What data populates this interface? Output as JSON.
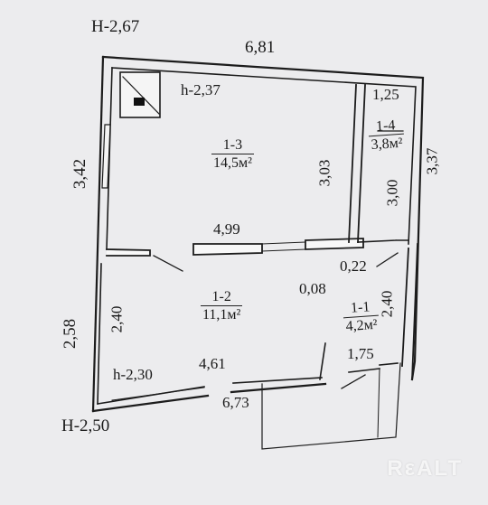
{
  "elevations": {
    "top_left": "H-2,67",
    "bottom_left": "H-2,50",
    "room_1_3": "h-2,37",
    "room_1_2": "h-2,30"
  },
  "dimensions": {
    "top_overall": "6,81",
    "left_upper": "3,42",
    "left_lower": "2,58",
    "right_overall": "3,37",
    "bottom_overall": "6,73",
    "room_1_3_width": "4,99",
    "room_1_3_height": "3,03",
    "room_1_4_width": "1,25",
    "room_1_4_height": "3,00",
    "room_1_2_width": "4,61",
    "room_1_2_height": "2,40",
    "room_1_1_height": "2,40",
    "room_1_1_width": "1,75",
    "partition_a": "0,22",
    "partition_b": "0,08"
  },
  "rooms": [
    {
      "id": "1-3",
      "area": "14,5м²"
    },
    {
      "id": "1-4",
      "area": "3,8м²"
    },
    {
      "id": "1-2",
      "area": "11,1м²"
    },
    {
      "id": "1-1",
      "area": "4,2м²"
    }
  ],
  "watermark": "RεALT"
}
